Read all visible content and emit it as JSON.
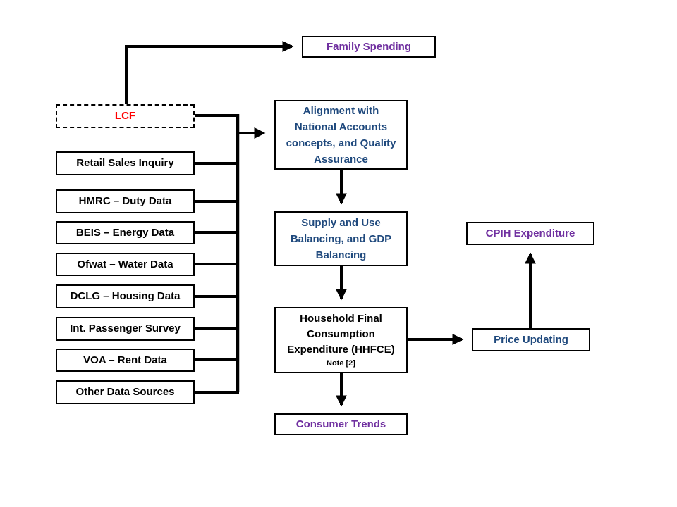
{
  "colors": {
    "line_black": "#000000",
    "text_red": "#ff0000",
    "text_purple": "#7030a0",
    "text_blue": "#1f497d"
  },
  "nodes": {
    "family_spending": "Family Spending",
    "lcf": "LCF",
    "retail_sales": "Retail Sales Inquiry",
    "hmrc": "HMRC – Duty Data",
    "beis": "BEIS – Energy Data",
    "ofwat": "Ofwat – Water Data",
    "dclg": "DCLG – Housing Data",
    "int_passenger": "Int. Passenger Survey",
    "voa": "VOA – Rent Data",
    "other_sources": "Other Data Sources",
    "alignment": "Alignment with\nNational Accounts\nconcepts, and Quality\nAssurance",
    "supply_use": "Supply and Use\nBalancing, and GDP\nBalancing",
    "hhfce": "Household Final\nConsumption\nExpenditure (HHFCE)",
    "hhfce_note": "Note [2]",
    "consumer_trends": "Consumer Trends",
    "cpih": "CPIH Expenditure",
    "price_updating": "Price Updating"
  },
  "edges": [
    {
      "from": "lcf",
      "to": "family_spending"
    },
    {
      "from": "lcf",
      "to": "alignment"
    },
    {
      "from": "retail_sales",
      "to": "alignment"
    },
    {
      "from": "hmrc",
      "to": "alignment"
    },
    {
      "from": "beis",
      "to": "alignment"
    },
    {
      "from": "ofwat",
      "to": "alignment"
    },
    {
      "from": "dclg",
      "to": "alignment"
    },
    {
      "from": "int_passenger",
      "to": "alignment"
    },
    {
      "from": "voa",
      "to": "alignment"
    },
    {
      "from": "other_sources",
      "to": "alignment"
    },
    {
      "from": "alignment",
      "to": "supply_use"
    },
    {
      "from": "supply_use",
      "to": "hhfce"
    },
    {
      "from": "hhfce",
      "to": "price_updating"
    },
    {
      "from": "hhfce",
      "to": "consumer_trends"
    },
    {
      "from": "price_updating",
      "to": "cpih"
    }
  ]
}
